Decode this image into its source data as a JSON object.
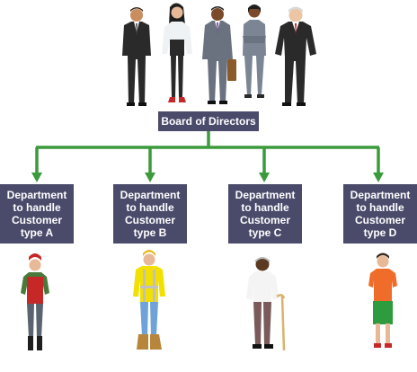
{
  "board": {
    "label": "Board of Directors"
  },
  "departments": [
    {
      "label": "Department\nto handle\nCustomer\ntype A"
    },
    {
      "label": "Department\nto handle\nCustomer\ntype B"
    },
    {
      "label": "Department\nto handle\nCustomer\ntype C"
    },
    {
      "label": "Department\nto handle\nCustomer\ntype D"
    }
  ],
  "colors": {
    "box": "#4a4a6b",
    "connector": "#3b9a3b",
    "box_text": "#ffffff"
  },
  "icons": {
    "directors": "five-business-people",
    "customer_a": "shop-worker",
    "customer_b": "construction-worker",
    "customer_c": "elderly-man-with-cane",
    "customer_d": "young-boy"
  }
}
